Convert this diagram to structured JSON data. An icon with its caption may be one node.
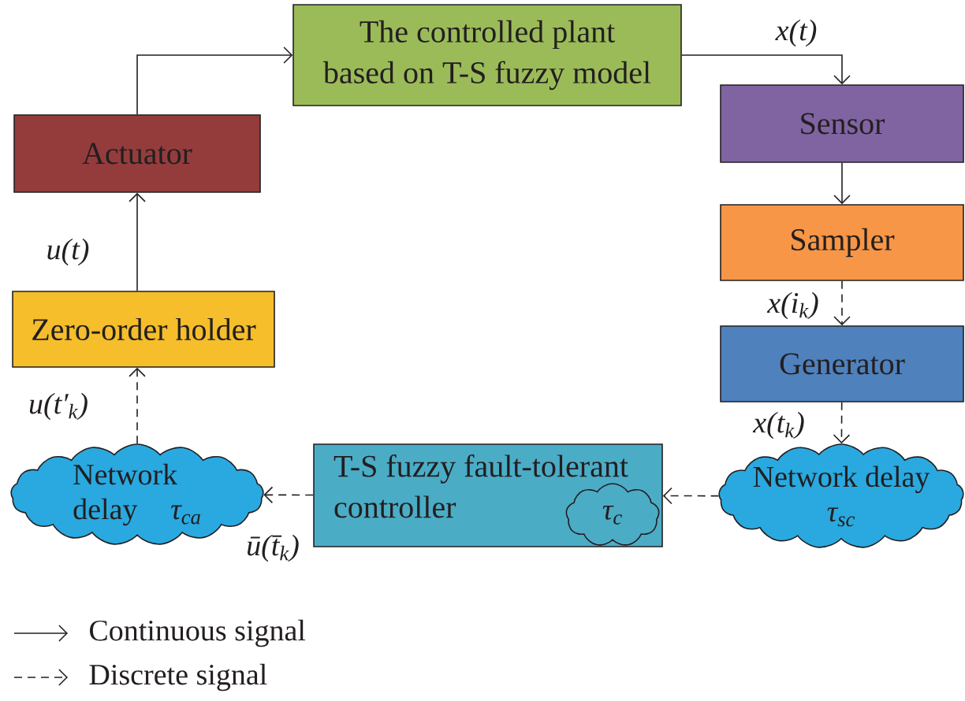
{
  "diagram": {
    "nodes": [
      {
        "text": [
          "The controlled plant based on T-S fuzzy model"
        ]
      },
      {
        "text": [
          "Sensor"
        ]
      },
      {
        "text": [
          "Sampler"
        ]
      },
      {
        "text": [
          "Generator"
        ]
      },
      {
        "text": [
          "Network delay",
          "τ$_{sc}$"
        ]
      },
      {
        "text": [
          "T-S fuzzy fault-tolerant controller"
        ]
      },
      {
        "text": [
          "τ$_{c}$"
        ],
        "in": 5
      },
      {
        "text": [
          "Network delay",
          "τ$_{ca}$"
        ]
      },
      {
        "text": [
          "Zero-order holder"
        ]
      },
      {
        "text": [
          "Actuator"
        ]
      }
    ],
    "edges": [
      {
        "from": 9,
        "to": 0,
        "arrow": "to"
      },
      {
        "from": 0,
        "to": 1,
        "arrow": "to",
        "label": "x(t)"
      },
      {
        "from": 1,
        "to": 2,
        "arrow": "to"
      },
      {
        "from": 2,
        "to": 3,
        "arrow": "to",
        "label": "x(i$_{k}$)",
        "style": "dashed"
      },
      {
        "from": 3,
        "to": 4,
        "arrow": "to",
        "label": "x(t$_{k}$)",
        "style": "dashed"
      },
      {
        "from": 4,
        "to": 5,
        "arrow": "to",
        "style": "dashed"
      },
      {
        "from": 5,
        "to": 7,
        "arrow": "to",
        "label": "ū(t̄$_{k}$)",
        "style": "dashed"
      },
      {
        "from": 7,
        "to": 8,
        "arrow": "to",
        "label": "u(t′$_{k}$)",
        "style": "dashed"
      },
      {
        "from": 8,
        "to": 9,
        "arrow": "to",
        "label": "u(t)"
      }
    ],
    "legend": [
      {
        "text": "Continuous signal"
      },
      {
        "text": "Discrete signal"
      }
    ]
  }
}
